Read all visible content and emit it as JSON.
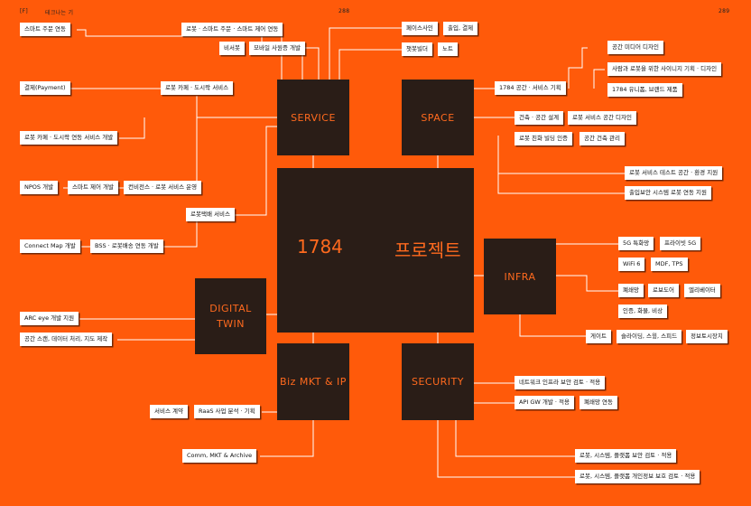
{
  "header": {
    "section": "[F]",
    "title": "테크나는 기",
    "page_left": "288",
    "page_right": "289"
  },
  "center": {
    "left": "1784",
    "right": "프로젝트"
  },
  "nodes": {
    "service": "SERVICE",
    "space": "SPACE",
    "infra": "INFRA",
    "digital_twin": "DIGITAL\nTWIN",
    "biz_mkt_ip": "Biz MKT & IP",
    "security": "SECURITY"
  },
  "labels": {
    "smart_order": "스마트 주문 연동",
    "robot_smart_order": "로봇 · 스마트 주문 · 스마트 제어 연동",
    "face_sign": "페이스사인",
    "access_pay": "출입, 결제",
    "secretary_bot": "비서봇",
    "mobile_app": "모바일 사원증 개발",
    "chatbot": "챗봇빌더",
    "note": "노트",
    "media_design": "공간 미디어 디자인",
    "signage": "사람과 로봇을 위한 사이니지 기획 · 디자인",
    "payment": "결제(Payment)",
    "robot_cafe": "로봇 카페 · 도시락 서비스",
    "space_plan": "1784 공간 · 서비스 기획",
    "uniform": "1784 유니폼, 브랜드 제품",
    "arch_design": "건축 · 공간 설계",
    "robot_space_design": "로봇 서비스 공간 디자인",
    "robot_cafe_dev": "로봇 카페 · 도시락 연동 서비스 개발",
    "robot_building": "로봇 친화 빌딩 인증",
    "space_mgmt": "공간 건축 관리",
    "robot_test_env": "로봇 서비스 테스트 공간 · 환경 지원",
    "npos": "NPOS 개발",
    "smart_control": "스마트 제어 개발",
    "convenience": "컨비전스 · 로봇 서비스 운영",
    "access_robot": "출입보안 시스템 로봇 연동 지원",
    "delivery": "로봇택배 서비스",
    "connect_map": "Connect Map 개발",
    "bss": "BSS · 로봇배송 연동 개발",
    "5g": "5G 특화망",
    "private5g": "프라이빗 5G",
    "wifi6": "WiFi 6",
    "mdf": "MDF, TPS",
    "fire_door": "폐쇄망",
    "robot_door": "로보도어",
    "elevator": "엘리베이터",
    "auth": "인증, 화물, 비상",
    "arc_eye": "ARC eye 개발 지원",
    "scan": "공간 스캔, 데이터 처리, 지도 제작",
    "gate": "게이트",
    "sliding": "슬라이딩, 스윙, 스피드",
    "info": "정보토시장치",
    "net_sec": "네트워크 인프라 보안 검토 · 적용",
    "service_contract": "서비스 계약",
    "raas": "RaaS 사업 분석 · 기획",
    "api_gw": "API GW 개발 · 적용",
    "closed_net": "폐쇄망 연동",
    "comm": "Comm, MKT & Archive",
    "sys_sec": "로봇, 시스템, 플랫폼 보안 검토 · 적용",
    "privacy": "로봇, 시스템, 플랫폼 개인정보 보호 검토 · 적용"
  }
}
